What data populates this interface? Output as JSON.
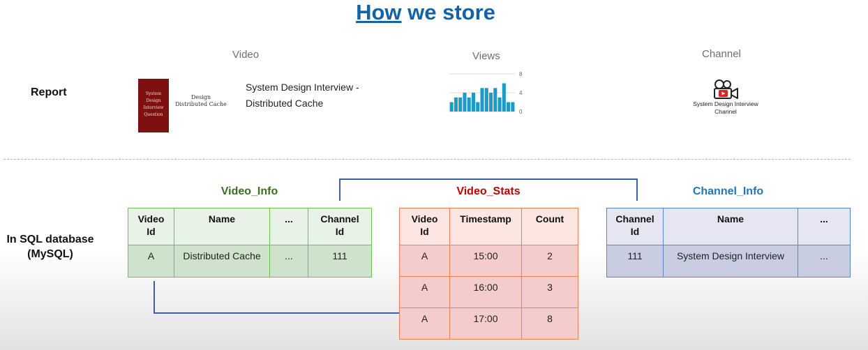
{
  "title": {
    "part1": "How",
    "part2": " we store"
  },
  "report": {
    "row_label": "Report",
    "columns": {
      "video": "Video",
      "views": "Views",
      "channel": "Channel"
    },
    "book_cover": [
      "System",
      "Design",
      "Interview",
      "Question"
    ],
    "book_subtitle": [
      "Design",
      "Distributed Cache"
    ],
    "video_title": [
      "System Design Interview -",
      "Distributed Cache"
    ],
    "views_chart": {
      "type": "bar",
      "values": [
        2,
        3,
        3,
        4,
        3,
        4,
        2,
        5,
        5,
        4,
        5,
        3,
        6,
        2,
        2
      ],
      "ylim": [
        0,
        8
      ],
      "ticks": [
        "8",
        "4",
        "0"
      ],
      "color": "#1b9bc6"
    },
    "channel_icon": "video-camera-icon",
    "channel_name": [
      "System Design Interview",
      "Channel"
    ]
  },
  "sql": {
    "row_label": [
      "In SQL database",
      "(MySQL)"
    ],
    "video_info": {
      "name": "Video_Info",
      "color": "#3b6e1e",
      "headers": [
        [
          "Video",
          "Id"
        ],
        [
          "Name"
        ],
        [
          "..."
        ],
        [
          "Channel",
          "Id"
        ]
      ],
      "rows": [
        [
          "A",
          "Distributed Cache",
          "...",
          "111"
        ]
      ]
    },
    "video_stats": {
      "name": "Video_Stats",
      "color": "#c00000",
      "headers": [
        [
          "Video",
          "Id"
        ],
        [
          "Timestamp"
        ],
        [
          "Count"
        ]
      ],
      "rows": [
        [
          "A",
          "15:00",
          "2"
        ],
        [
          "A",
          "16:00",
          "3"
        ],
        [
          "A",
          "17:00",
          "8"
        ]
      ]
    },
    "channel_info": {
      "name": "Channel_Info",
      "color": "#1f77b8",
      "headers": [
        [
          "Channel",
          "Id"
        ],
        [
          "Name"
        ],
        [
          "..."
        ]
      ],
      "rows": [
        [
          "111",
          "System Design Interview",
          "..."
        ]
      ]
    }
  }
}
